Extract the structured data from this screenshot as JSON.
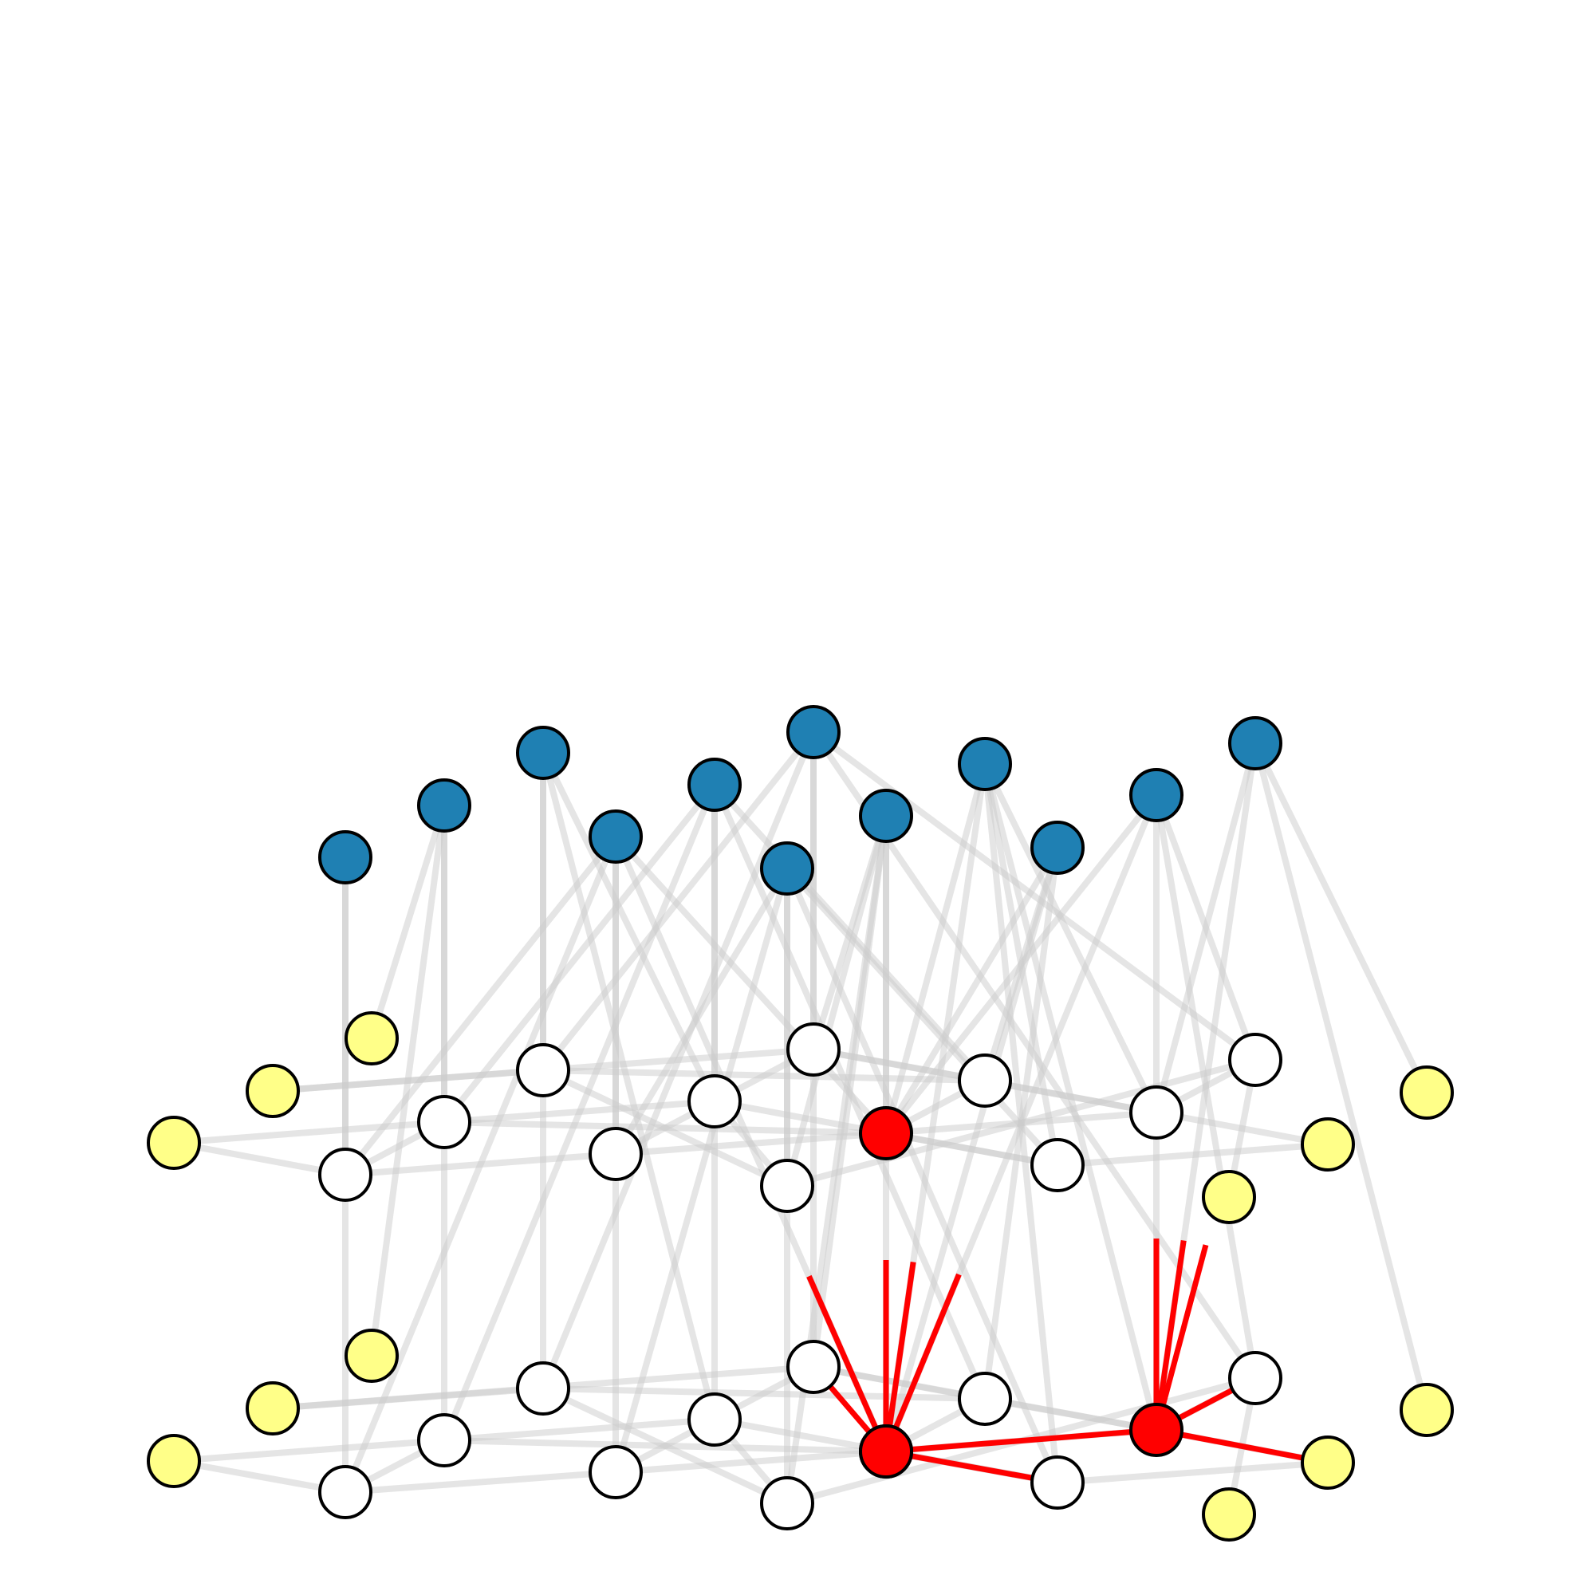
{
  "colors": {
    "background": "#ffffff",
    "top_layer": "#1f80b3",
    "middle_layer": "#ffffff",
    "boundary": "#ffff88",
    "highlight": "#ff0000",
    "edge": "#cccccc",
    "outline": "#000000"
  },
  "legend": [],
  "nodes": [
    {
      "id": "t1",
      "group": "top"
    },
    {
      "id": "t2",
      "group": "top"
    },
    {
      "id": "t3",
      "group": "top"
    },
    {
      "id": "t4",
      "group": "top"
    },
    {
      "id": "t5",
      "group": "top"
    },
    {
      "id": "t6",
      "group": "top"
    },
    {
      "id": "t7",
      "group": "top"
    },
    {
      "id": "t8",
      "group": "top"
    },
    {
      "id": "t9",
      "group": "top"
    },
    {
      "id": "t10",
      "group": "top"
    },
    {
      "id": "t11",
      "group": "top"
    },
    {
      "id": "t12",
      "group": "top"
    },
    {
      "id": "u1",
      "group": "middle"
    },
    {
      "id": "u2",
      "group": "middle"
    },
    {
      "id": "u3",
      "group": "middle"
    },
    {
      "id": "u4",
      "group": "middle"
    },
    {
      "id": "u5",
      "group": "middle"
    },
    {
      "id": "u6",
      "group": "middle"
    },
    {
      "id": "u7",
      "group": "middle"
    },
    {
      "id": "u8",
      "group": "middle"
    },
    {
      "id": "u9",
      "group": "middle"
    },
    {
      "id": "u10",
      "group": "middle"
    },
    {
      "id": "u11",
      "group": "middle"
    },
    {
      "id": "u12",
      "group": "middle"
    },
    {
      "id": "uh",
      "group": "highlight"
    },
    {
      "id": "yu1",
      "group": "boundary"
    },
    {
      "id": "yu2",
      "group": "boundary"
    },
    {
      "id": "yu3",
      "group": "boundary"
    },
    {
      "id": "yu4",
      "group": "boundary"
    },
    {
      "id": "yu5",
      "group": "boundary"
    },
    {
      "id": "yu6",
      "group": "boundary"
    },
    {
      "id": "l1",
      "group": "middle"
    },
    {
      "id": "l2",
      "group": "middle"
    },
    {
      "id": "l3",
      "group": "middle"
    },
    {
      "id": "l4",
      "group": "middle"
    },
    {
      "id": "l5",
      "group": "middle"
    },
    {
      "id": "l6",
      "group": "middle"
    },
    {
      "id": "l7",
      "group": "middle"
    },
    {
      "id": "l8",
      "group": "middle"
    },
    {
      "id": "l9",
      "group": "middle"
    },
    {
      "id": "l10",
      "group": "middle"
    },
    {
      "id": "l11",
      "group": "middle"
    },
    {
      "id": "l12",
      "group": "middle"
    },
    {
      "id": "lh1",
      "group": "highlight"
    },
    {
      "id": "lh2",
      "group": "highlight"
    },
    {
      "id": "yl1",
      "group": "boundary"
    },
    {
      "id": "yl2",
      "group": "boundary"
    },
    {
      "id": "yl3",
      "group": "boundary"
    },
    {
      "id": "yl4",
      "group": "boundary"
    },
    {
      "id": "yl5",
      "group": "boundary"
    },
    {
      "id": "yl6",
      "group": "boundary"
    }
  ],
  "edges": [
    [
      "t1",
      "u4"
    ],
    [
      "t1",
      "l4"
    ],
    [
      "t2",
      "u2"
    ],
    [
      "t2",
      "l2"
    ],
    [
      "t2",
      "yu1"
    ],
    [
      "t2",
      "yl1"
    ],
    [
      "t3",
      "u1"
    ],
    [
      "t3",
      "l1"
    ],
    [
      "t3",
      "u5"
    ],
    [
      "t3",
      "l5"
    ],
    [
      "t4",
      "u4"
    ],
    [
      "t4",
      "l4"
    ],
    [
      "t4",
      "u3"
    ],
    [
      "t4",
      "l3"
    ],
    [
      "t4",
      "uh"
    ],
    [
      "t4",
      "lh1"
    ],
    [
      "t5",
      "u5"
    ],
    [
      "t5",
      "l5"
    ],
    [
      "t5",
      "u2"
    ],
    [
      "t5",
      "l2"
    ],
    [
      "t5",
      "u9"
    ],
    [
      "t5",
      "l9"
    ],
    [
      "t6",
      "u7"
    ],
    [
      "t6",
      "l7"
    ],
    [
      "t6",
      "u3"
    ],
    [
      "t6",
      "l3"
    ],
    [
      "t6",
      "u10"
    ],
    [
      "t6",
      "l10"
    ],
    [
      "t7",
      "u6"
    ],
    [
      "t7",
      "l6"
    ],
    [
      "t7",
      "u1"
    ],
    [
      "t7",
      "l1"
    ],
    [
      "t7",
      "u12"
    ],
    [
      "t7",
      "l12"
    ],
    [
      "t8",
      "u8"
    ],
    [
      "t8",
      "l8"
    ],
    [
      "t8",
      "u7"
    ],
    [
      "t8",
      "l7"
    ],
    [
      "t8",
      "u6"
    ],
    [
      "t8",
      "l6"
    ],
    [
      "t9",
      "u11"
    ],
    [
      "t9",
      "l11"
    ],
    [
      "t9",
      "u10"
    ],
    [
      "t9",
      "l10"
    ],
    [
      "t9",
      "uh"
    ],
    [
      "t9",
      "lh1"
    ],
    [
      "t10",
      "u9"
    ],
    [
      "t10",
      "l9"
    ],
    [
      "t10",
      "u8"
    ],
    [
      "t10",
      "l8"
    ],
    [
      "t11",
      "uh"
    ],
    [
      "t11",
      "lh1"
    ],
    [
      "t11",
      "u12"
    ],
    [
      "t11",
      "l12"
    ],
    [
      "t11",
      "lh2"
    ],
    [
      "t12",
      "u11"
    ],
    [
      "t12",
      "l11"
    ],
    [
      "t12",
      "yu6"
    ],
    [
      "t12",
      "yl6"
    ],
    [
      "yu3",
      "u4"
    ],
    [
      "yu3",
      "u2"
    ],
    [
      "yu2",
      "u1"
    ],
    [
      "yu2",
      "u6"
    ],
    [
      "u4",
      "u3"
    ],
    [
      "u4",
      "u2"
    ],
    [
      "u2",
      "u5"
    ],
    [
      "u2",
      "uh"
    ],
    [
      "u3",
      "u8"
    ],
    [
      "u3",
      "u6"
    ],
    [
      "u1",
      "u7"
    ],
    [
      "u1",
      "u9"
    ],
    [
      "u5",
      "u7"
    ],
    [
      "u5",
      "u10"
    ],
    [
      "u6",
      "u9"
    ],
    [
      "u6",
      "u11"
    ],
    [
      "u8",
      "u10"
    ],
    [
      "u8",
      "uh"
    ],
    [
      "u7",
      "u12"
    ],
    [
      "uh",
      "u9"
    ],
    [
      "uh",
      "u11"
    ],
    [
      "u10",
      "yu5"
    ],
    [
      "u12",
      "u11"
    ],
    [
      "u12",
      "yu4"
    ],
    [
      "u9",
      "u11"
    ],
    [
      "u11",
      "yu5"
    ],
    [
      "yl3",
      "l4"
    ],
    [
      "yl3",
      "l2"
    ],
    [
      "yl2",
      "l1"
    ],
    [
      "yl2",
      "l6"
    ],
    [
      "l4",
      "l3"
    ],
    [
      "l4",
      "l2"
    ],
    [
      "l2",
      "l5"
    ],
    [
      "l2",
      "lh1"
    ],
    [
      "l3",
      "l8"
    ],
    [
      "l3",
      "l6"
    ],
    [
      "l1",
      "l7"
    ],
    [
      "l1",
      "l9"
    ],
    [
      "l5",
      "l7"
    ],
    [
      "l5",
      "l10"
    ],
    [
      "l6",
      "l9"
    ],
    [
      "l6",
      "lh2"
    ],
    [
      "l8",
      "l10"
    ],
    [
      "l8",
      "lh1"
    ],
    [
      "l7",
      "l12"
    ],
    [
      "lh1",
      "l9"
    ],
    [
      "lh1",
      "lh2"
    ],
    [
      "l10",
      "yl5"
    ],
    [
      "l12",
      "lh2"
    ],
    [
      "l12",
      "yl4"
    ],
    [
      "l9",
      "lh2"
    ],
    [
      "lh2",
      "yl5"
    ]
  ],
  "highlight_edges": [
    [
      "lh1",
      "lh2"
    ],
    [
      "lh1",
      "l6"
    ],
    [
      "lh1",
      "l8"
    ],
    [
      "lh1",
      "l10"
    ],
    [
      "lh1",
      "t4"
    ],
    [
      "lh1",
      "t9"
    ],
    [
      "lh1",
      "t11"
    ],
    [
      "lh1",
      "u8"
    ],
    [
      "lh2",
      "l12"
    ],
    [
      "lh2",
      "yl5"
    ],
    [
      "lh2",
      "t11"
    ],
    [
      "lh2",
      "t12"
    ],
    [
      "lh2",
      "u12"
    ]
  ]
}
